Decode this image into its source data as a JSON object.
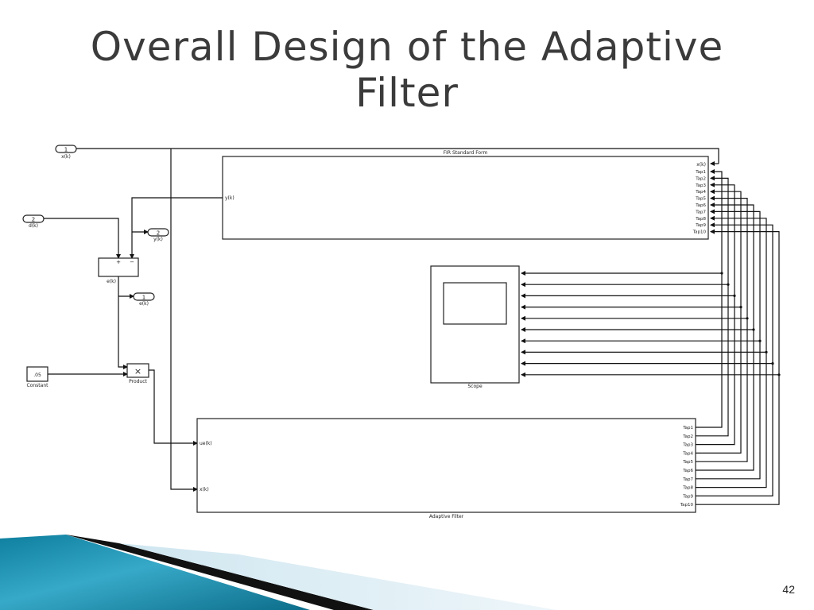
{
  "slide": {
    "title_line1": "Overall Design of the Adaptive",
    "title_line2": "Filter",
    "page_number": "42"
  },
  "diagram": {
    "inports": {
      "x": {
        "num": "1",
        "label": "x(k)"
      },
      "d": {
        "num": "2",
        "label": "d(k)"
      }
    },
    "outports": {
      "y": {
        "num": "2",
        "label": "y(k)"
      },
      "e": {
        "num": "1",
        "label": "e(k)"
      }
    },
    "fir_block": {
      "title": "FIR Standard Form",
      "in_label": "x(k)",
      "out_label": "y(k)",
      "taps": [
        "Tap1",
        "Tap2",
        "Tap3",
        "Tap4",
        "Tap5",
        "Tap6",
        "Tap7",
        "Tap8",
        "Tap9",
        "Tap10"
      ]
    },
    "sum_block": {
      "label": "e(k)",
      "plus": "+",
      "minus": "−"
    },
    "constant_block": {
      "value": ".05",
      "label": "Constant"
    },
    "product_block": {
      "symbol": "×",
      "label": "Product"
    },
    "scope_block": {
      "label": "Scope"
    },
    "adaptive_block": {
      "title": "Adaptive Filter",
      "in1": "ue(k)",
      "in2": "x(k)",
      "taps": [
        "Tap1",
        "Tap2",
        "Tap3",
        "Tap4",
        "Tap5",
        "Tap6",
        "Tap7",
        "Tap8",
        "Tap9",
        "Tap10"
      ]
    }
  }
}
